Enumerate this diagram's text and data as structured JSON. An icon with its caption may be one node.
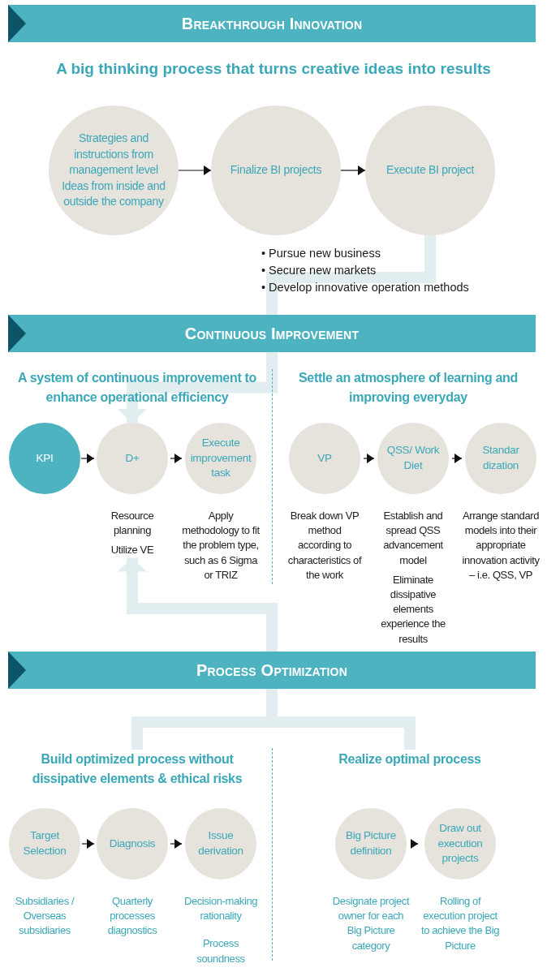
{
  "diagram": {
    "nodes": [
      {
        "text": [
          "Breakthrough Innovation"
        ]
      },
      {
        "text": [
          "Strategies and instructions from management level",
          "Ideas from inside and outside the company"
        ]
      },
      {
        "text": [
          "Finalize BI projects"
        ]
      },
      {
        "text": [
          "Execute BI project"
        ]
      },
      {
        "text": [
          "Continuous Improvement"
        ]
      },
      {
        "text": [
          "KPI"
        ]
      },
      {
        "text": [
          "D+"
        ],
        "beside": [
          "Resource planning",
          "Utilize VE"
        ]
      },
      {
        "text": [
          "Execute improvement task"
        ],
        "beside": [
          "Apply methodology to fit the problem type, such as 6 Sigma or TRIZ"
        ]
      },
      {
        "text": [
          "VP"
        ],
        "beside": [
          "Break down VP method according to characteristics of the work"
        ]
      },
      {
        "text": [
          "QSS/ Work Diet"
        ],
        "beside": [
          "Establish and spread QSS advancement model",
          "Eliminate dissipative elements experience the results"
        ]
      },
      {
        "text": [
          "Standar dization"
        ],
        "beside": [
          "Arrange standard models into their appropriate innovation activity – i.e. QSS, VP"
        ]
      },
      {
        "text": [
          "Process Optimization"
        ]
      },
      {
        "text": [
          "Build optimized process without dissipative elements & ethical risks"
        ]
      },
      {
        "text": [
          "Realize optimal process"
        ]
      },
      {
        "text": [
          "Target Selection"
        ],
        "beside": [
          "Subsidiaries / Overseas subsidiaries"
        ]
      },
      {
        "text": [
          "Diagnosis"
        ],
        "beside": [
          "Quarterly processes diagnostics"
        ]
      },
      {
        "text": [
          "Issue derivation"
        ],
        "beside": [
          "Decision-making rationality",
          "Process soundness"
        ]
      },
      {
        "text": [
          "Big Picture definition"
        ],
        "beside": [
          "Designate project owner for each Big Picture category"
        ]
      },
      {
        "text": [
          "Draw out execution projects"
        ],
        "beside": [
          "Rolling of execution project to achieve the Big Picture"
        ]
      }
    ],
    "edges": [
      {
        "from": 1,
        "to": 2,
        "arrow": "to"
      },
      {
        "from": 2,
        "to": 3,
        "arrow": "to"
      },
      {
        "from": 3,
        "to": 4,
        "arrow": "none",
        "style": "thick",
        "color": "#e1edef"
      },
      {
        "from": 4,
        "to": 6,
        "arrow": "to",
        "style": "thick",
        "color": "#e1edef"
      },
      {
        "from": 5,
        "to": 6,
        "arrow": "to"
      },
      {
        "from": 6,
        "to": 7,
        "arrow": "to"
      },
      {
        "from": 8,
        "to": 9,
        "arrow": "to"
      },
      {
        "from": 9,
        "to": 10,
        "arrow": "to"
      },
      {
        "from": 11,
        "to": 6,
        "arrow": "to",
        "style": "thick",
        "color": "#e1edef"
      },
      {
        "from": 11,
        "to": 12,
        "arrow": "none",
        "style": "thick",
        "color": "#e1edef"
      },
      {
        "from": 11,
        "to": 13,
        "arrow": "none",
        "style": "thick",
        "color": "#e1edef"
      },
      {
        "from": 14,
        "to": 15,
        "arrow": "to"
      },
      {
        "from": 15,
        "to": 16,
        "arrow": "to"
      },
      {
        "from": 17,
        "to": 18,
        "arrow": "to"
      }
    ],
    "labels": [
      "A big thinking process that turns creative ideas into results",
      "• Pursue new business",
      "• Secure new markets",
      "• Develop innovative operation methods",
      "A system of continuous improvement to enhance operational efficiency",
      "Settle an atmosphere of learning and improving everyday"
    ]
  }
}
